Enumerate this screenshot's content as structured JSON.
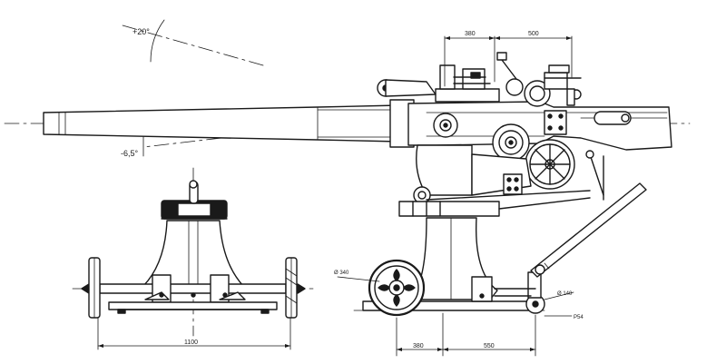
{
  "labels": {
    "elev_up": "+20°",
    "elev_down": "-6,5°",
    "dim_top_left": "380",
    "dim_top_right": "500",
    "dim_front_width": "1100",
    "dim_base_left": "380",
    "dim_base_right": "550",
    "dia_wheel": "Ø 340",
    "dia_small_wheel": "Ø 140",
    "ref_floor": "P54"
  }
}
